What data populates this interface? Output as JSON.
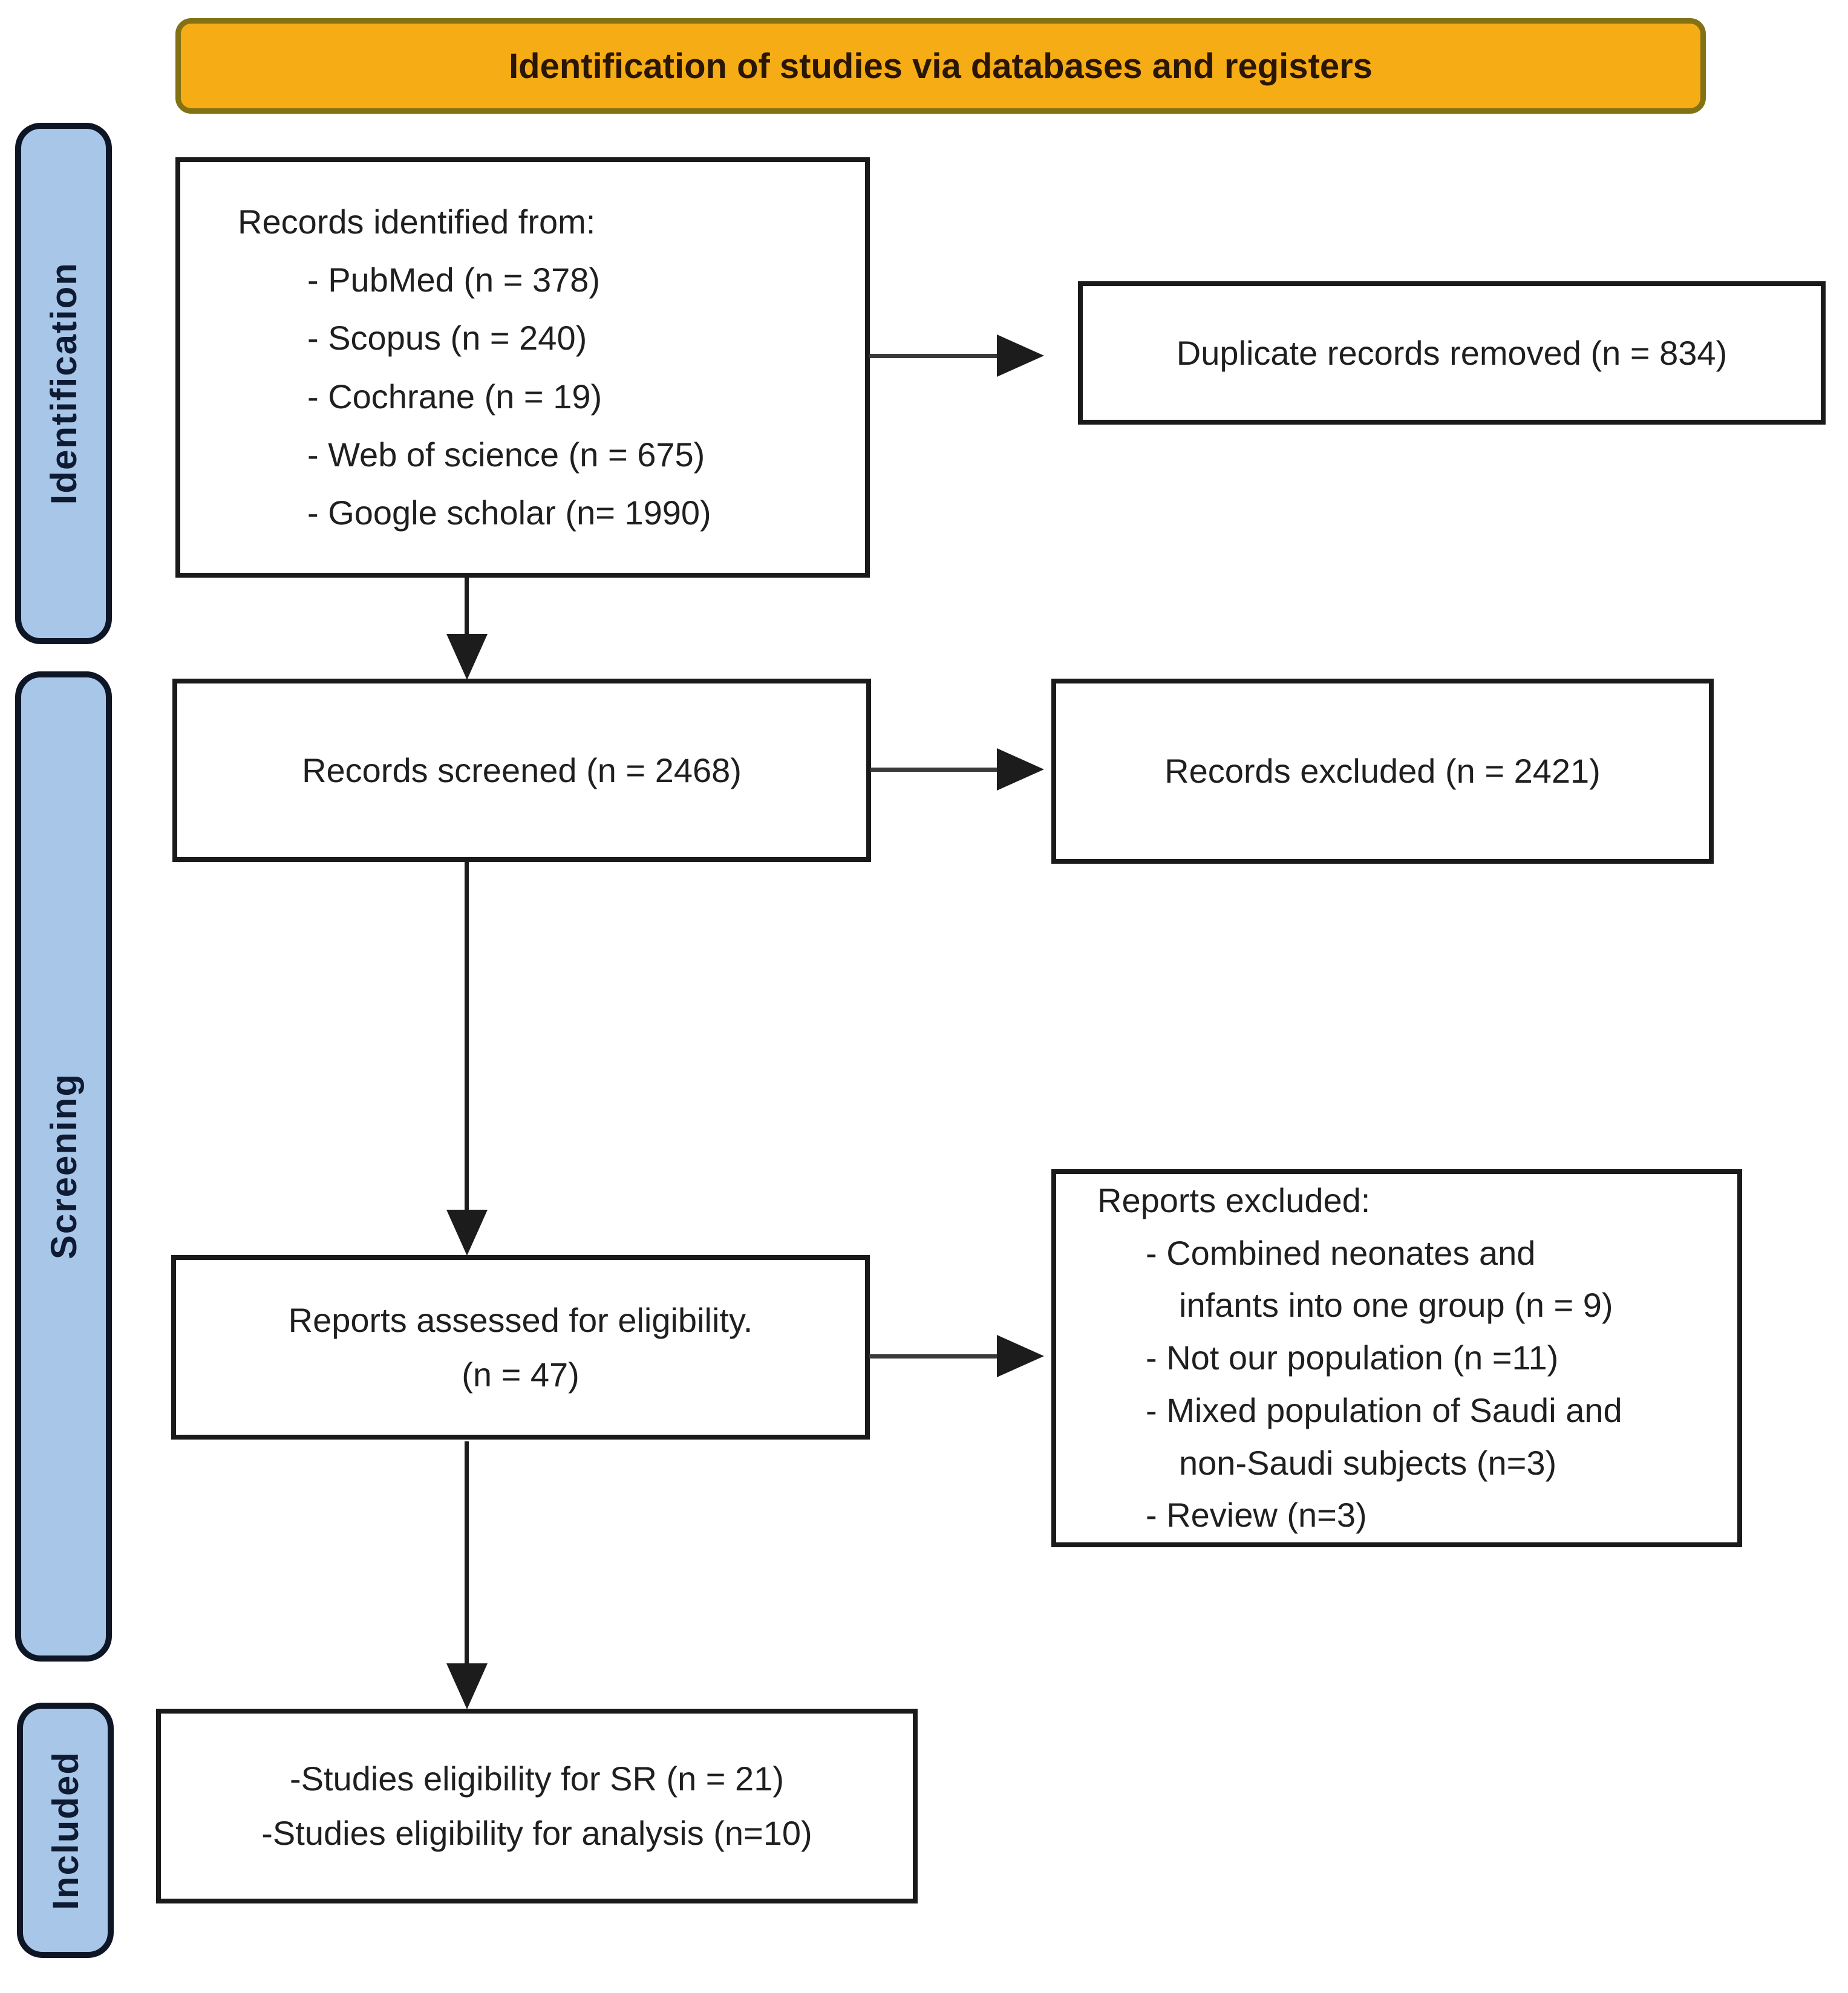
{
  "banner": {
    "title": "Identification of studies via databases and registers"
  },
  "stages": {
    "identification": "Identification",
    "screening": "Screening",
    "included": "Included"
  },
  "boxes": {
    "identified": {
      "lines": [
        {
          "text": "Records identified from:"
        },
        {
          "text": "- PubMed (n = 378)"
        },
        {
          "text": "- Scopus (n = 240)"
        },
        {
          "text": "- Cochrane (n = 19)"
        },
        {
          "text": "- Web of science (n = 675)"
        },
        {
          "text": "- Google scholar (n= 1990)"
        }
      ]
    },
    "duplicates": {
      "text": "Duplicate records removed (n = 834)"
    },
    "screened": {
      "text": "Records screened (n = 2468)"
    },
    "records_excluded": {
      "text": "Records excluded (n = 2421)"
    },
    "assessed": {
      "line1": "Reports assessed for eligibility.",
      "line2": "(n = 47)"
    },
    "reports_excluded": {
      "lines": [
        {
          "text": "Reports excluded:"
        },
        {
          "text": "- Combined neonates and"
        },
        {
          "text": "infants into one group (n = 9)"
        },
        {
          "text": "- Not our population (n =11)"
        },
        {
          "text": "- Mixed population of Saudi and"
        },
        {
          "text": "non-Saudi subjects (n=3)"
        },
        {
          "text": "- Review (n=3)"
        }
      ]
    },
    "included": {
      "line1": "-Studies eligibility for SR (n = 21)",
      "line2": "-Studies eligibility for analysis (n=10)"
    }
  },
  "colors": {
    "banner_fill": "#F5AC15",
    "banner_border": "#827213",
    "banner_text": "#2A1605",
    "stage_fill": "#A8C6E8",
    "stage_border": "#0E1626",
    "stage_text": "#0F1B33",
    "box_border": "#1A1A1A",
    "arrow_color": "#1C1C1C",
    "text_color": "#1F1F1F"
  }
}
